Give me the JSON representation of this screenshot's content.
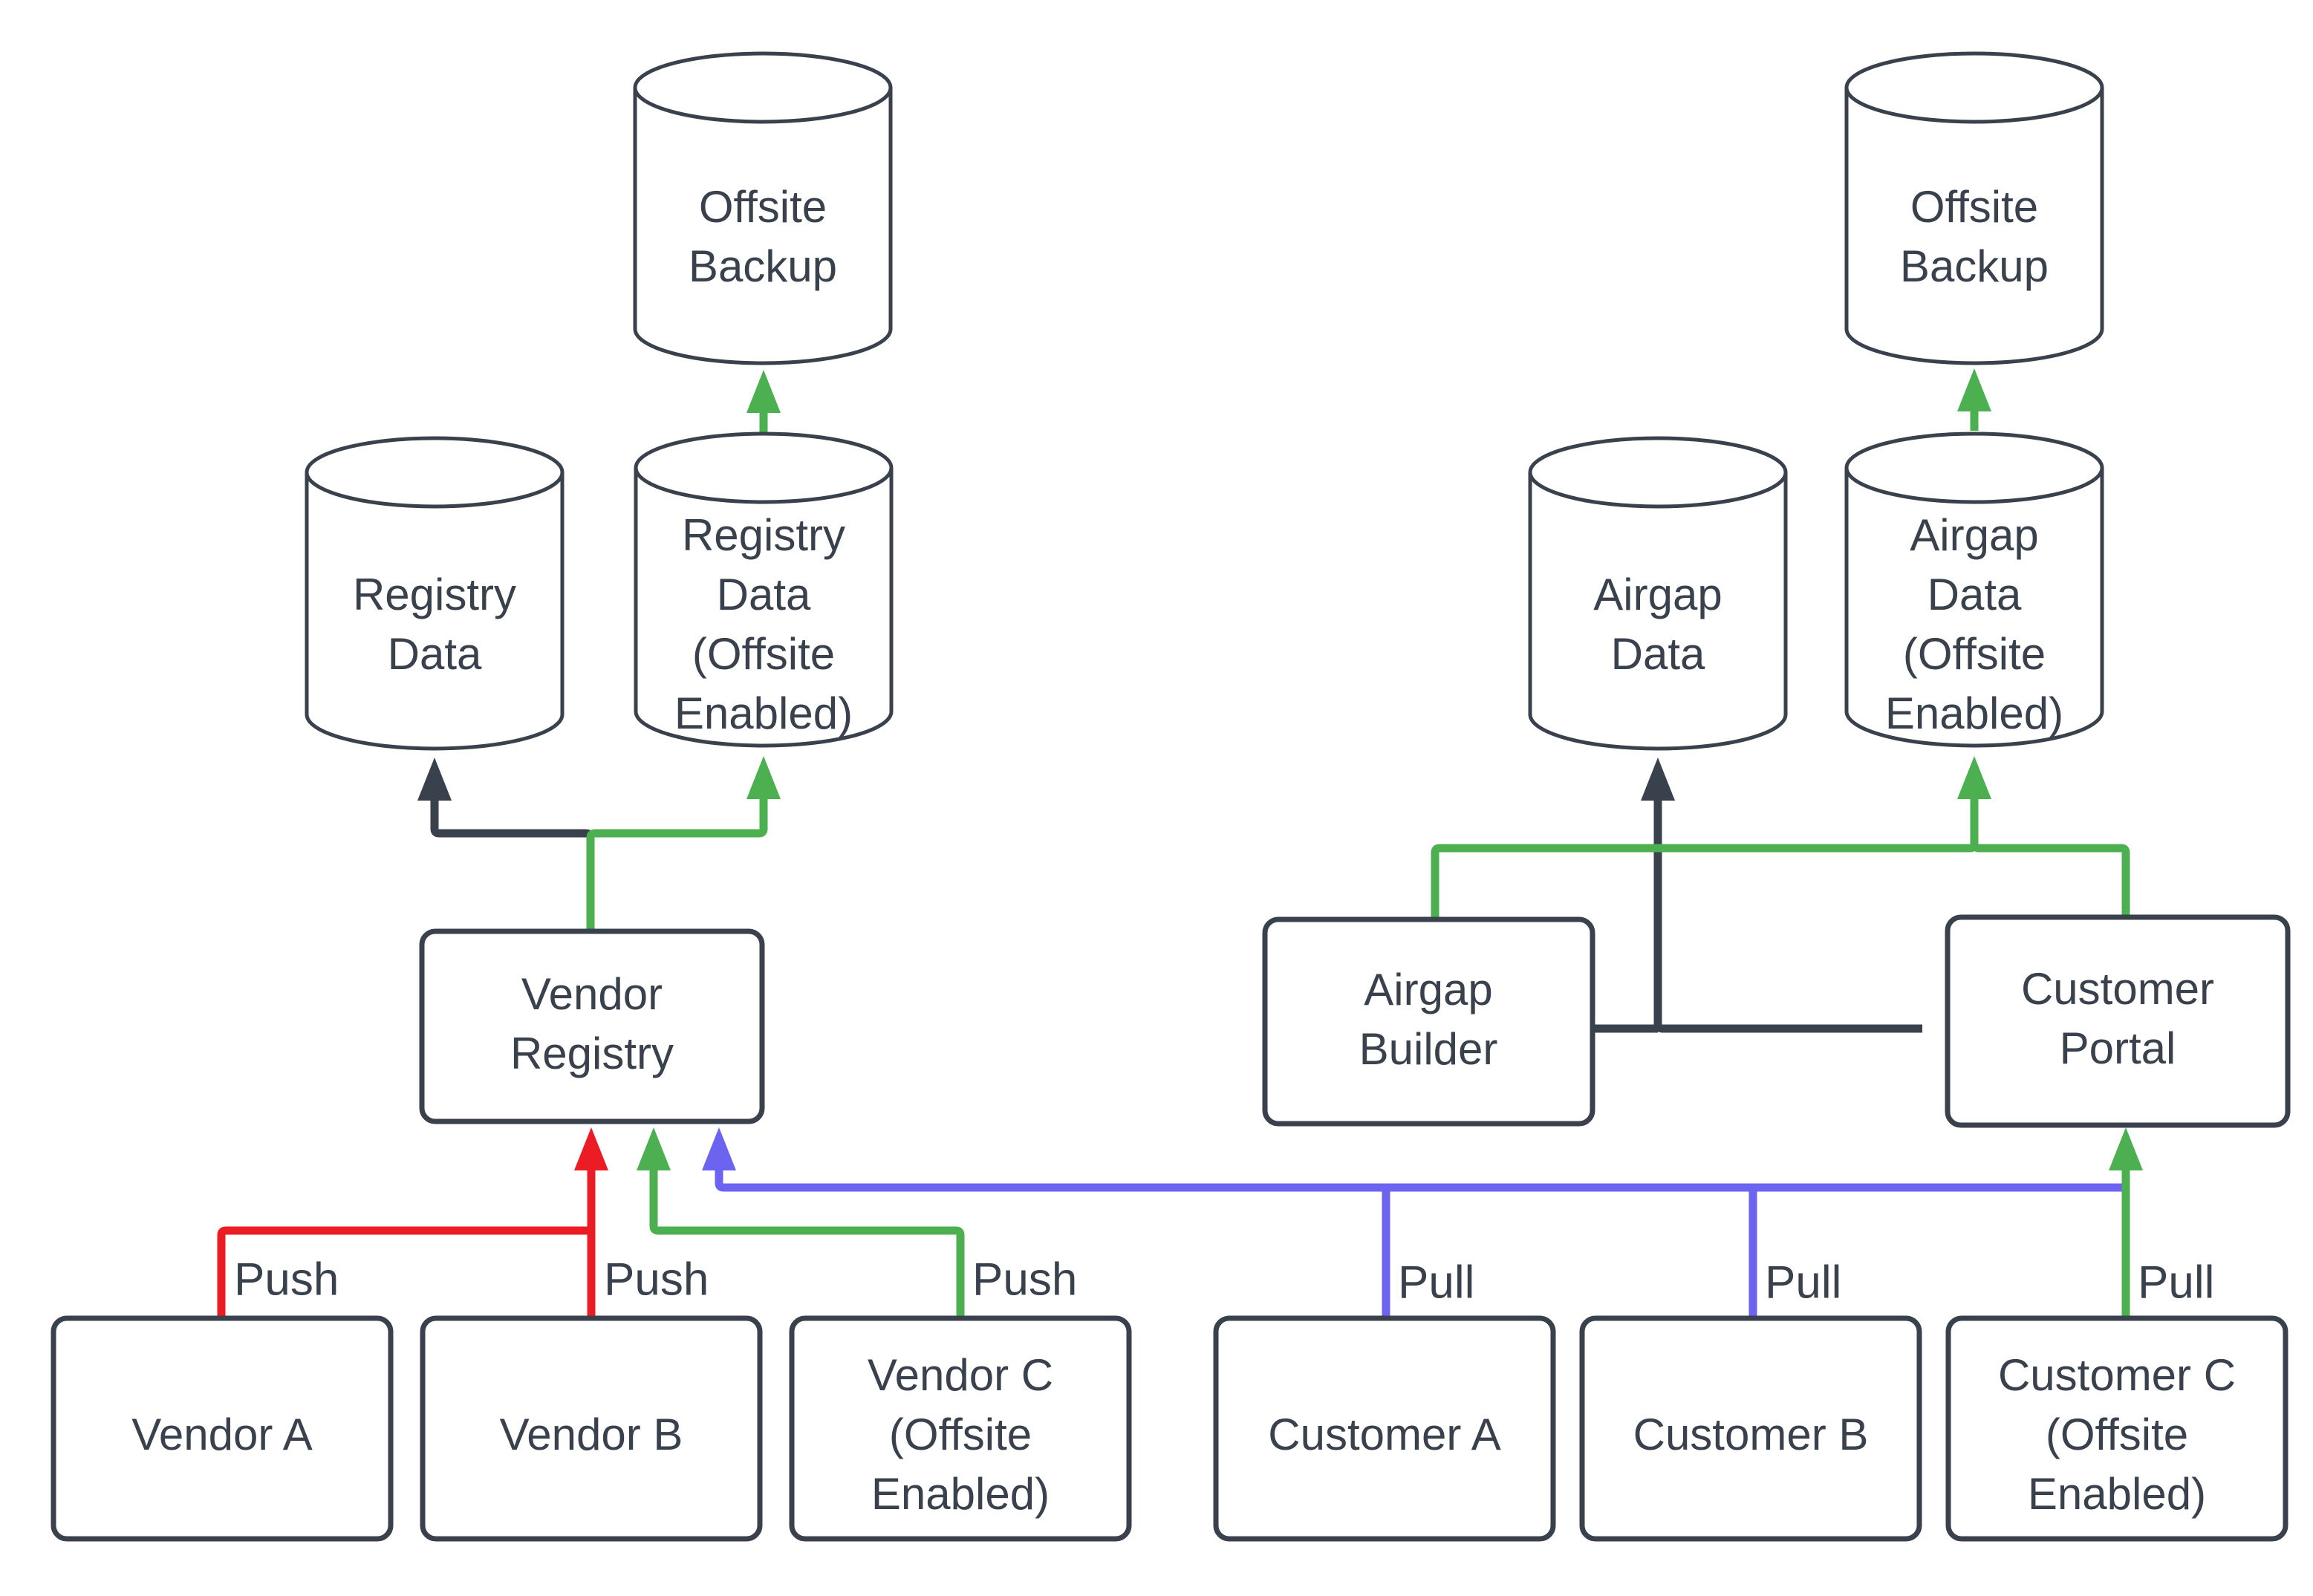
{
  "diagram": {
    "background_color": "#ffffff",
    "stroke_color": "#39414d",
    "colors": {
      "dark": "#39414d",
      "green": "#4caf50",
      "red": "#ec1c24",
      "blue": "#6c63f0"
    },
    "nodes": {
      "offsite_backup_left": {
        "label_line1": "Offsite",
        "label_line2": "Backup",
        "shape": "cylinder"
      },
      "offsite_backup_right": {
        "label_line1": "Offsite",
        "label_line2": "Backup",
        "shape": "cylinder"
      },
      "registry_data": {
        "label_line1": "Registry",
        "label_line2": "Data",
        "shape": "cylinder"
      },
      "registry_data_offsite": {
        "label_line1": "Registry",
        "label_line2": "Data",
        "label_line3": "(Offsite",
        "label_line4": "Enabled)",
        "shape": "cylinder"
      },
      "airgap_data": {
        "label_line1": "Airgap",
        "label_line2": "Data",
        "shape": "cylinder"
      },
      "airgap_data_offsite": {
        "label_line1": "Airgap",
        "label_line2": "Data",
        "label_line3": "(Offsite",
        "label_line4": "Enabled)",
        "shape": "cylinder"
      },
      "vendor_registry": {
        "label_line1": "Vendor",
        "label_line2": "Registry",
        "shape": "box"
      },
      "airgap_builder": {
        "label_line1": "Airgap",
        "label_line2": "Builder",
        "shape": "box"
      },
      "customer_portal": {
        "label_line1": "Customer",
        "label_line2": "Portal",
        "shape": "box"
      },
      "vendor_a": {
        "label_line1": "Vendor A",
        "shape": "box"
      },
      "vendor_b": {
        "label_line1": "Vendor B",
        "shape": "box"
      },
      "vendor_c": {
        "label_line1": "Vendor C",
        "label_line2": "(Offsite",
        "label_line3": "Enabled)",
        "shape": "box"
      },
      "customer_a": {
        "label_line1": "Customer A",
        "shape": "box"
      },
      "customer_b": {
        "label_line1": "Customer B",
        "shape": "box"
      },
      "customer_c": {
        "label_line1": "Customer C",
        "label_line2": "(Offsite",
        "label_line3": "Enabled)",
        "shape": "box"
      }
    },
    "edge_labels": {
      "push_a": "Push",
      "push_b": "Push",
      "push_c": "Push",
      "pull_a": "Pull",
      "pull_b": "Pull",
      "pull_c": "Pull"
    }
  }
}
